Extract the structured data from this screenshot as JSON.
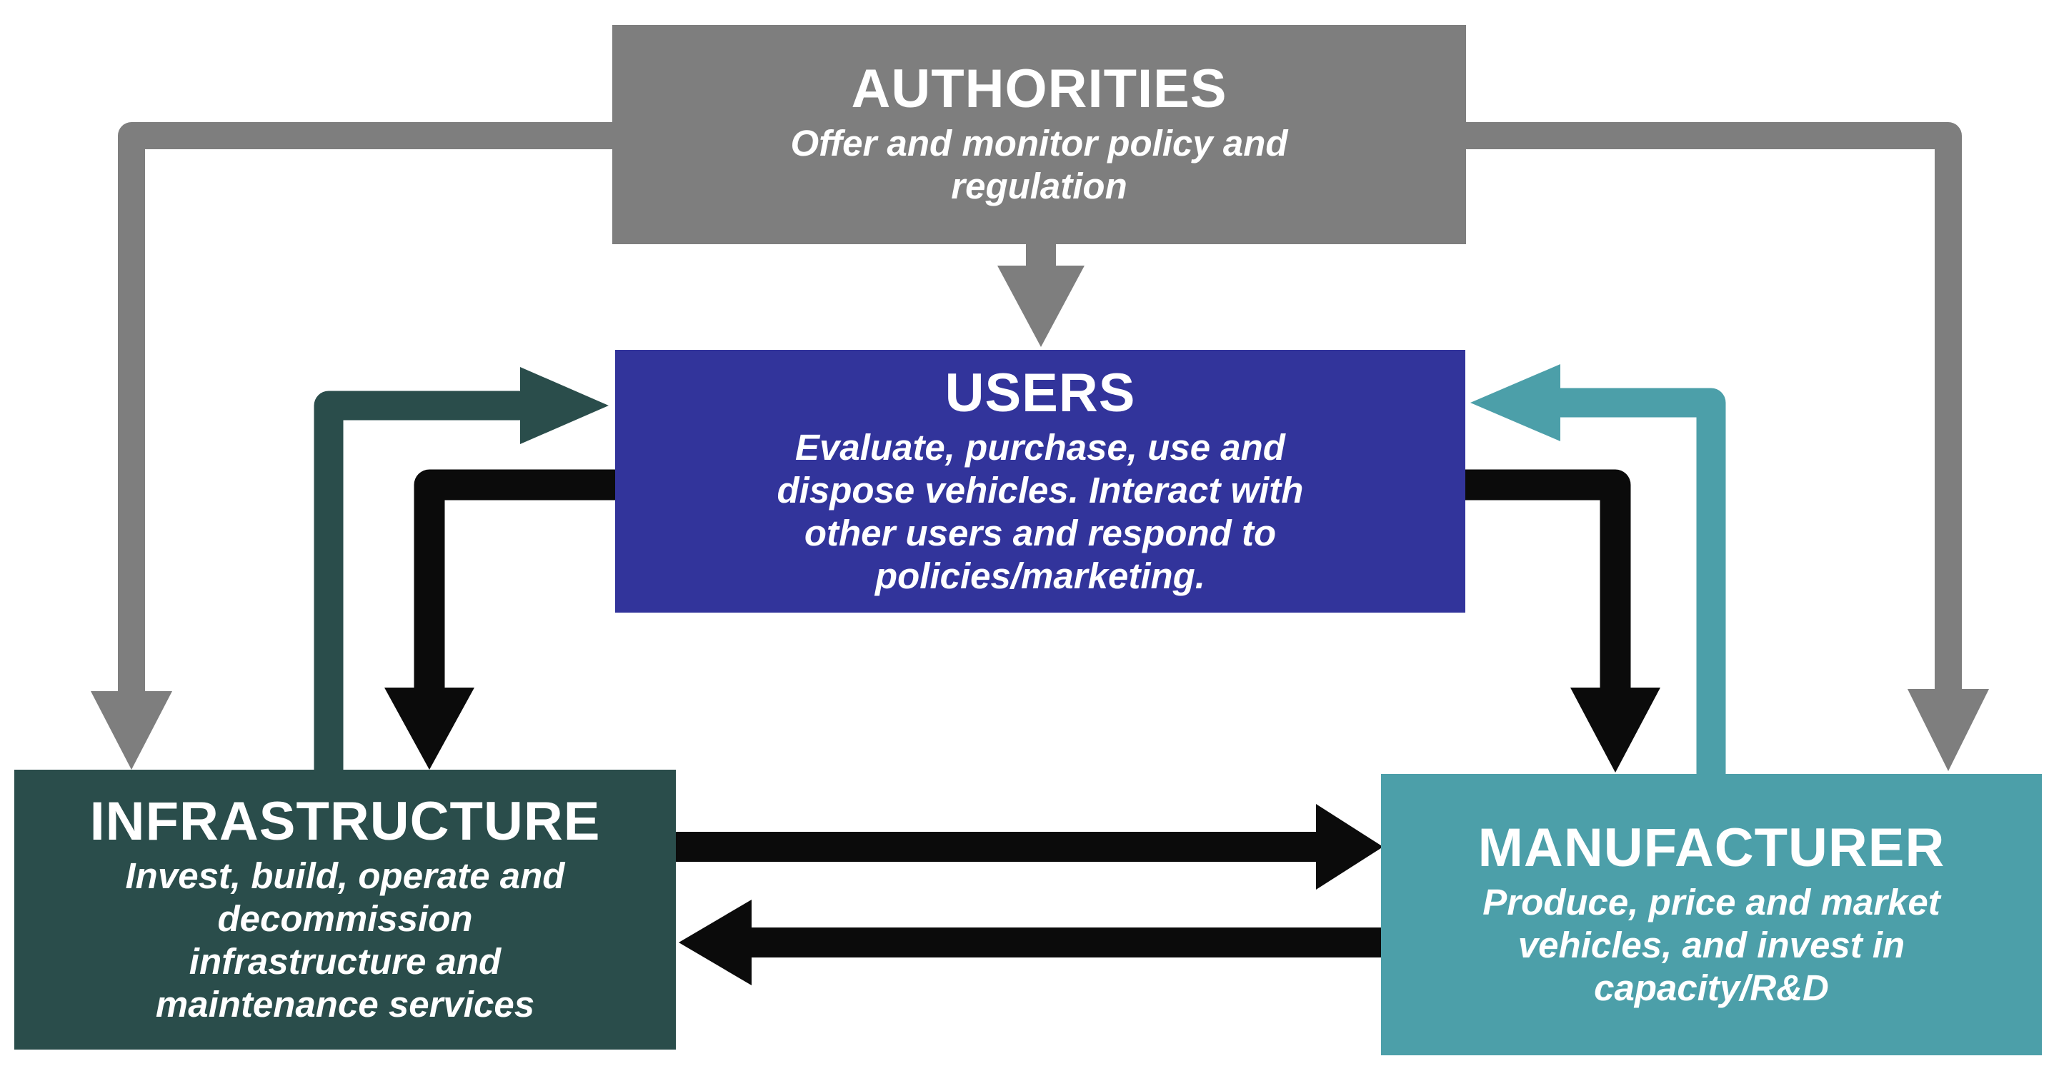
{
  "diagram": {
    "background_color": "#FFFFFF",
    "text_color": "#FFFFFF",
    "nodes": [
      {
        "id": "authorities",
        "label": "AUTHORITIES",
        "description": "Offer and monitor policy and\nregulation",
        "color": "#7E7E7E"
      },
      {
        "id": "users",
        "label": "USERS",
        "description": "Evaluate, purchase, use and\ndispose vehicles. Interact with\nother users and respond to\npolicies/marketing.",
        "color": "#32349B"
      },
      {
        "id": "infrastructure",
        "label": "INFRASTRUCTURE",
        "description": "Invest, build, operate and\ndecommission\ninfrastructure and\nmaintenance services",
        "color": "#2A4D4B"
      },
      {
        "id": "manufacturer",
        "label": "MANUFACTURER",
        "description": "Produce, price and market\nvehicles, and invest in\ncapacity/R&D",
        "color": "#4C9FA9"
      }
    ],
    "edges": [
      {
        "from": "authorities",
        "to": "infrastructure",
        "color": "#7E7E7E"
      },
      {
        "from": "authorities",
        "to": "users",
        "color": "#7E7E7E"
      },
      {
        "from": "authorities",
        "to": "manufacturer",
        "color": "#7E7E7E"
      },
      {
        "from": "infrastructure",
        "to": "users",
        "color": "#2A4D4B"
      },
      {
        "from": "users",
        "to": "infrastructure",
        "color": "#0B0B0B"
      },
      {
        "from": "users",
        "to": "manufacturer",
        "color": "#0B0B0B"
      },
      {
        "from": "manufacturer",
        "to": "users",
        "color": "#4C9FA9"
      },
      {
        "from": "infrastructure",
        "to": "manufacturer",
        "color": "#0B0B0B"
      },
      {
        "from": "manufacturer",
        "to": "infrastructure",
        "color": "#0B0B0B"
      }
    ]
  }
}
